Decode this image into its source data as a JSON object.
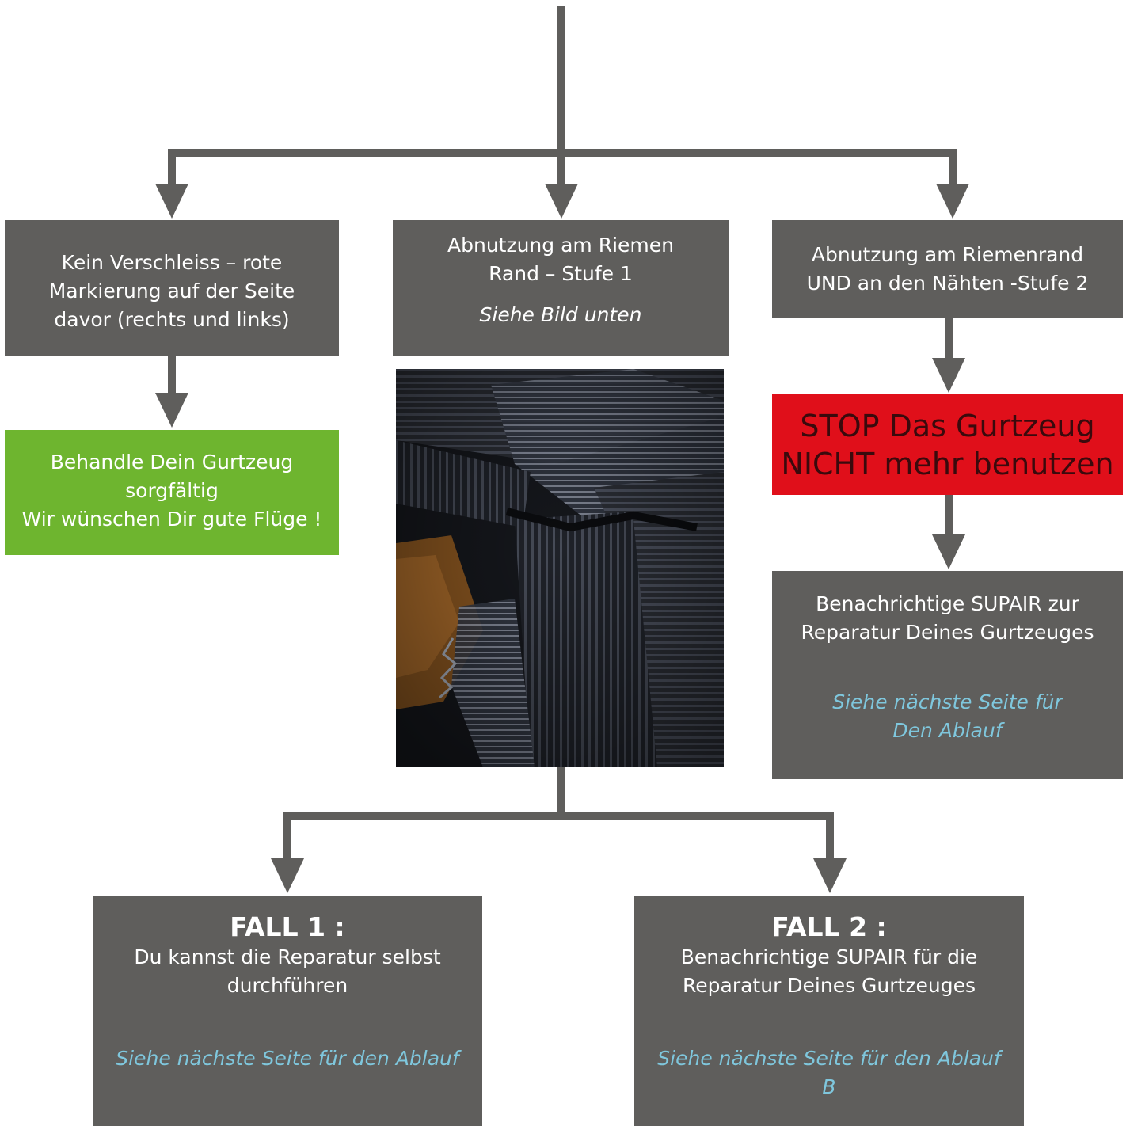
{
  "colors": {
    "box_gray": "#5f5e5c",
    "box_green": "#6eb52f",
    "box_red": "#e00f1a",
    "link_blue": "#7fc7dd",
    "connector": "#5f5e5c"
  },
  "nodes": {
    "left": {
      "lines": [
        "Kein Verschleiss – rote",
        "Markierung auf der Seite",
        "davor (rechts und links)"
      ]
    },
    "middle": {
      "lines": [
        "Abnutzung am Riemen",
        "Rand – Stufe 1"
      ],
      "note": "Siehe Bild unten"
    },
    "right": {
      "lines": [
        "Abnutzung am Riemenrand",
        "UND an den Nähten -Stufe 2"
      ]
    },
    "green": {
      "lines": [
        "Behandle Dein Gurtzeug",
        "sorgfältig",
        "Wir wünschen Dir gute Flüge !"
      ]
    },
    "stop": {
      "lines": [
        "STOP Das Gurtzeug",
        "NICHT mehr benutzen"
      ]
    },
    "supair": {
      "lines": [
        "Benachrichtige SUPAIR zur",
        "Reparatur Deines Gurtzeuges"
      ],
      "note_lines": [
        "Siehe nächste Seite für",
        "Den Ablauf"
      ]
    },
    "fall1": {
      "title": "FALL 1 :",
      "lines": [
        "Du kannst die Reparatur selbst",
        "durchführen"
      ],
      "note": "Siehe nächste Seite für den Ablauf"
    },
    "fall2": {
      "title": "FALL 2 :",
      "lines": [
        "Benachrichtige SUPAIR für die",
        "Reparatur Deines Gurtzeuges"
      ],
      "note_lines": [
        "Siehe nächste Seite für den Ablauf",
        "B"
      ]
    }
  },
  "photo": {
    "icon": "worn-strap-photo"
  }
}
